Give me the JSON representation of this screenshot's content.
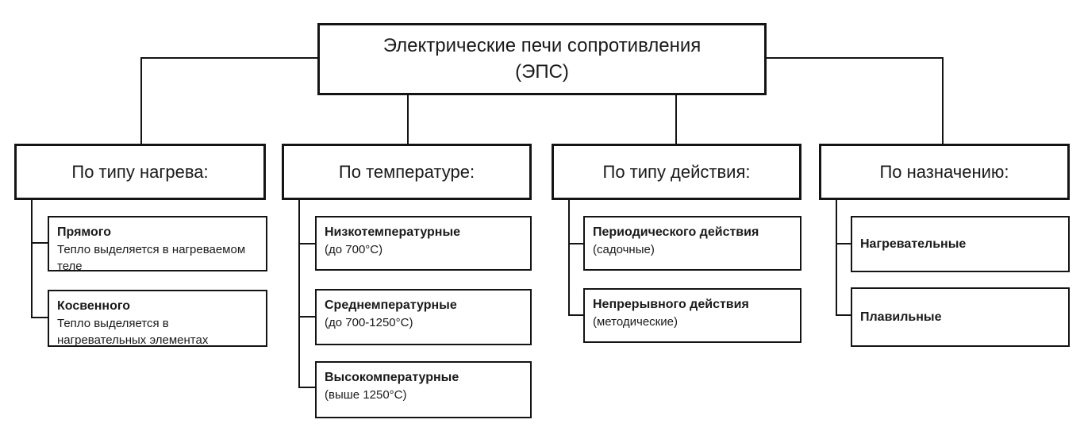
{
  "root": {
    "line1": "Электрические печи сопротивления",
    "line2": "(ЭПС)"
  },
  "columns": [
    {
      "header": "По типу нагрева:",
      "children": [
        {
          "title": "Прямого",
          "desc": "Тепло выделяется в нагреваемом теле"
        },
        {
          "title": "Косвенного",
          "desc": "Тепло выделяется в нагревательных элементах"
        }
      ]
    },
    {
      "header": "По температуре:",
      "children": [
        {
          "title": "Низкотемпературные",
          "desc": "(до 700°С)"
        },
        {
          "title": "Среднемпературные",
          "desc": "(до 700-1250°С)"
        },
        {
          "title": "Высокомпературные",
          "desc": "(выше 1250°С)"
        }
      ]
    },
    {
      "header": "По типу действия:",
      "children": [
        {
          "title": "Периодического действия",
          "desc": "(садочные)"
        },
        {
          "title": "Непрерывного действия",
          "desc": "(методические)"
        }
      ]
    },
    {
      "header": "По назначению:",
      "children": [
        {
          "title": "Нагревательные",
          "desc": ""
        },
        {
          "title": "Плавильные",
          "desc": ""
        }
      ]
    }
  ],
  "colors": {
    "line": "#141414",
    "text": "#1a1a1a",
    "background": "#ffffff"
  }
}
